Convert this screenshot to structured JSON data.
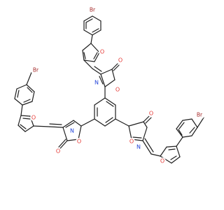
{
  "molecule": {
    "atom_labels": [
      {
        "id": "br-top",
        "element": "Br",
        "text": "Br",
        "color": "#a52a2a"
      },
      {
        "id": "o-top-furan",
        "element": "O",
        "text": "O",
        "color": "#e53935"
      },
      {
        "id": "o-top-carbonyl",
        "element": "O",
        "text": "O",
        "color": "#e53935"
      },
      {
        "id": "n-top",
        "element": "N",
        "text": "N",
        "color": "#1e3fd8"
      },
      {
        "id": "o-top-ring",
        "element": "O",
        "text": "O",
        "color": "#e53935"
      },
      {
        "id": "br-left",
        "element": "Br",
        "text": "Br",
        "color": "#a52a2a"
      },
      {
        "id": "o-left-furan",
        "element": "O",
        "text": "O",
        "color": "#e53935"
      },
      {
        "id": "n-left",
        "element": "N",
        "text": "N",
        "color": "#1e3fd8"
      },
      {
        "id": "o-left-ring",
        "element": "O",
        "text": "O",
        "color": "#e53935"
      },
      {
        "id": "o-left-carbonyl",
        "element": "O",
        "text": "O",
        "color": "#e53935"
      },
      {
        "id": "br-right",
        "element": "Br",
        "text": "Br",
        "color": "#a52a2a"
      },
      {
        "id": "o-right-ring",
        "element": "O",
        "text": "O",
        "color": "#e53935"
      },
      {
        "id": "o-right-carbonyl",
        "element": "O",
        "text": "O",
        "color": "#e53935"
      },
      {
        "id": "n-right",
        "element": "N",
        "text": "N",
        "color": "#1e3fd8"
      },
      {
        "id": "o-right-furan",
        "element": "O",
        "text": "O",
        "color": "#e53935"
      }
    ]
  }
}
